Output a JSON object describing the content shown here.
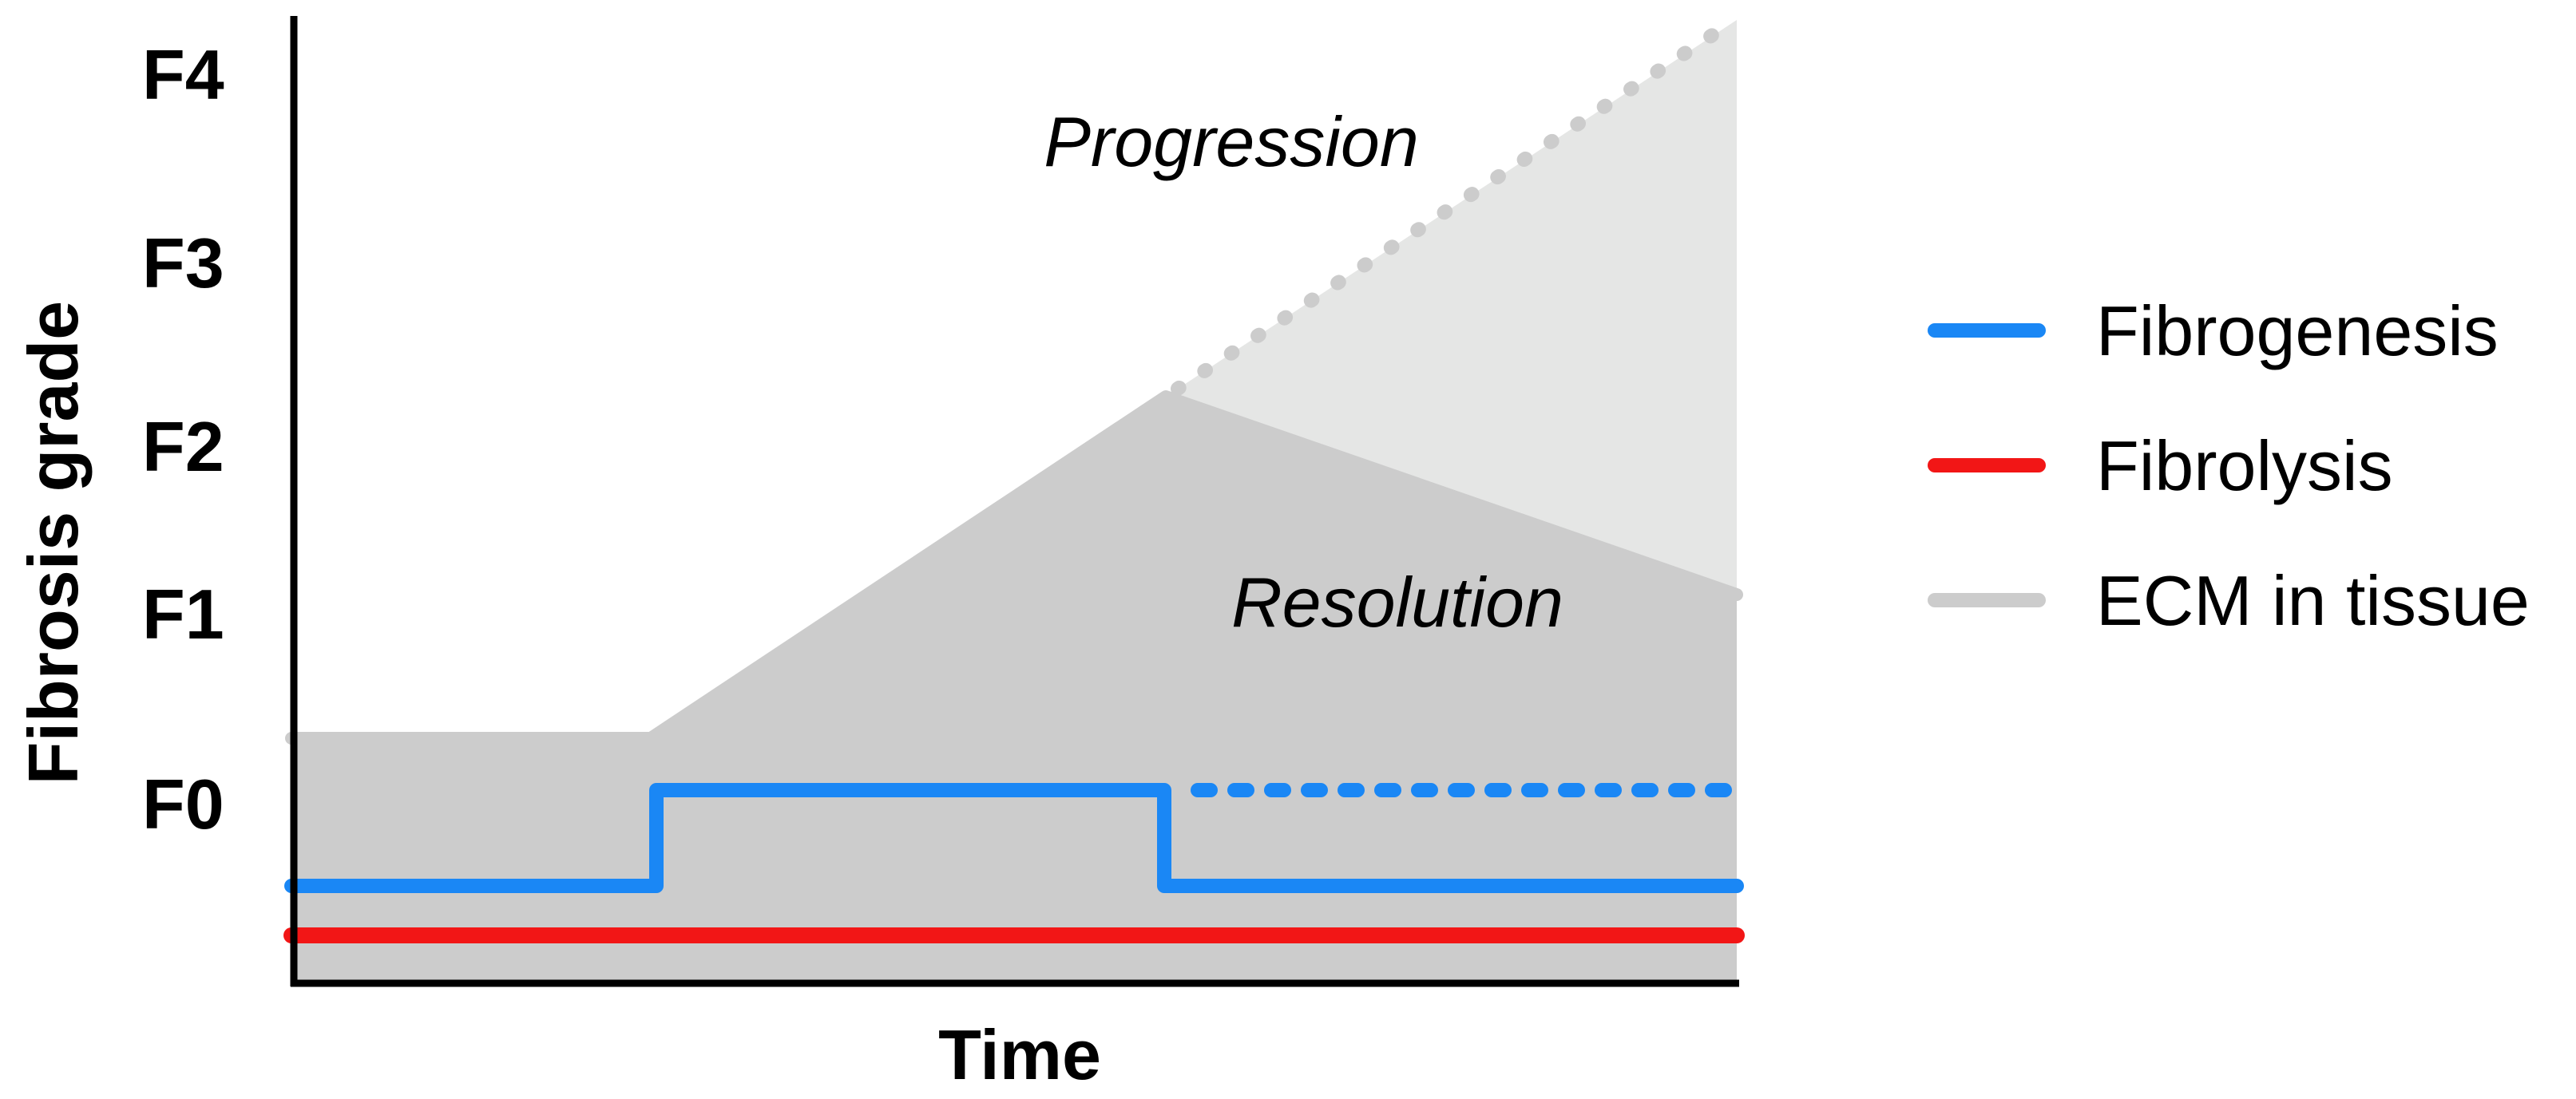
{
  "diagram": {
    "y_axis_title": "Fibrosis grade",
    "x_axis_title": "Time",
    "y_ticks": [
      "F4",
      "F3",
      "F2",
      "F1",
      "F0"
    ],
    "annotations": {
      "progression": "Progression",
      "resolution": "Resolution"
    },
    "colors": {
      "fibrogenesis": "#1a87f5",
      "fibrolysis": "#f21616",
      "ecm_line": "#cccccc",
      "ecm_fill": "#cccccc",
      "progression_fill": "#e5e6e5",
      "axis": "#000000"
    }
  },
  "legend": {
    "items": [
      {
        "label": "Fibrogenesis",
        "color": "#1a87f5"
      },
      {
        "label": "Fibrolysis",
        "color": "#f21616"
      },
      {
        "label": "ECM in tissue",
        "color": "#cccccc"
      }
    ]
  }
}
